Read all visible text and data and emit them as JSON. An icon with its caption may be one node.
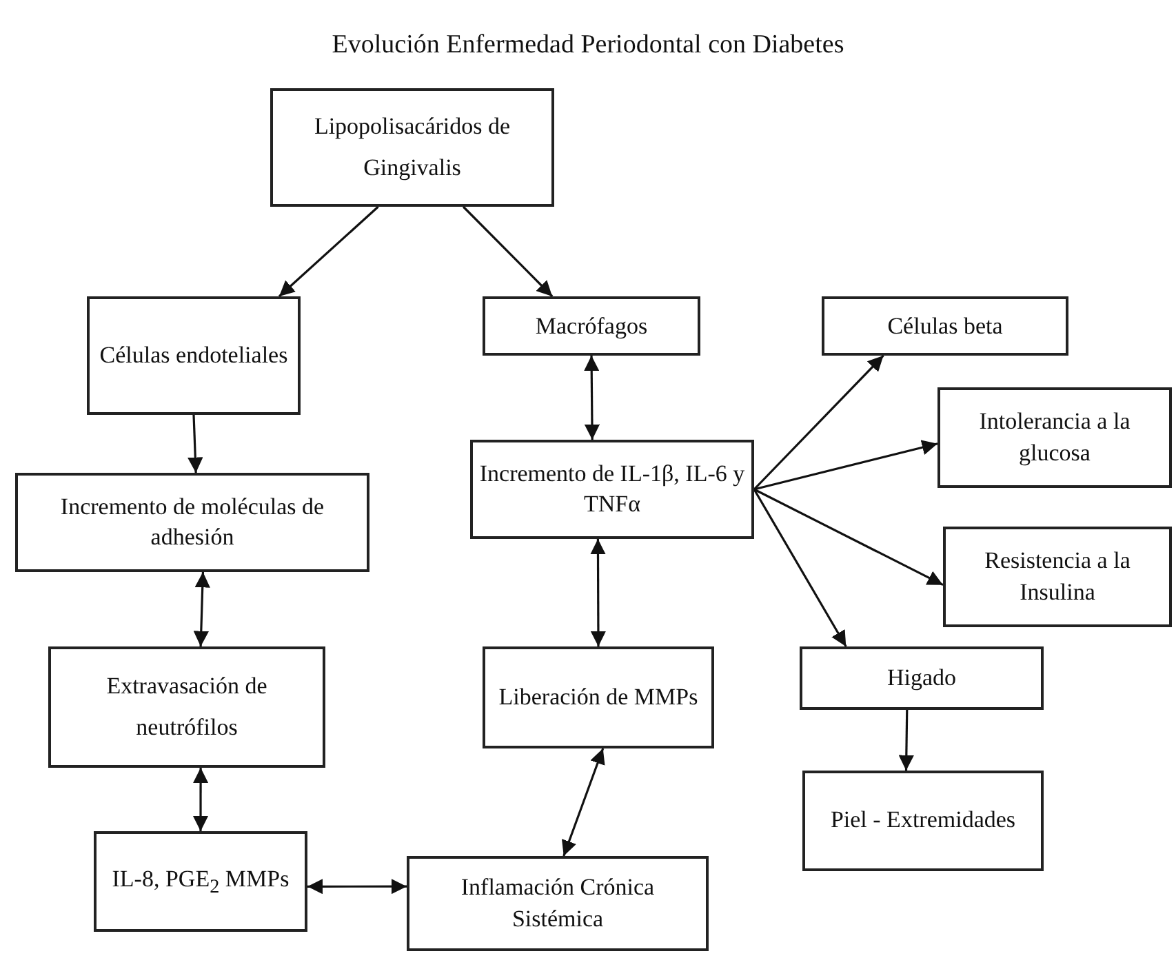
{
  "diagram": {
    "title": "Evolución Enfermedad Periodontal con Diabetes",
    "nodes": [
      {
        "text": [
          "Lipopolisacáridos de Gingivalis"
        ]
      },
      {
        "text": [
          "Células endoteliales"
        ]
      },
      {
        "text": [
          "Macrófagos"
        ]
      },
      {
        "text": [
          "Células beta"
        ]
      },
      {
        "text": [
          "Incremento de IL-1β, IL-6 y TNFα"
        ]
      },
      {
        "text": [
          "Intolerancia a la glucosa"
        ]
      },
      {
        "text": [
          "Incremento de moléculas de adhesión"
        ]
      },
      {
        "text": [
          "Resistencia a la Insulina"
        ]
      },
      {
        "text": [
          "Extravasación de neutrófilos"
        ]
      },
      {
        "text": [
          "Liberación de MMPs"
        ]
      },
      {
        "text": [
          "Higado"
        ]
      },
      {
        "text": [
          "IL-8, PGE$_{2}$ MMPs"
        ]
      },
      {
        "text": [
          "Inflamación Crónica Sistémica"
        ]
      },
      {
        "text": [
          "Piel - Extremidades"
        ]
      }
    ],
    "edges": [
      {
        "from": 0,
        "to": 1,
        "arrow": "to"
      },
      {
        "from": 0,
        "to": 2,
        "arrow": "to"
      },
      {
        "from": 1,
        "to": 6,
        "arrow": "to"
      },
      {
        "from": 2,
        "to": 4,
        "arrow": "both"
      },
      {
        "from": 6,
        "to": 8,
        "arrow": "both"
      },
      {
        "from": 8,
        "to": 11,
        "arrow": "both"
      },
      {
        "from": 11,
        "to": 12,
        "arrow": "both"
      },
      {
        "from": 4,
        "to": 9,
        "arrow": "both"
      },
      {
        "from": 9,
        "to": 12,
        "arrow": "both"
      },
      {
        "from": 4,
        "to": 3,
        "arrow": "to"
      },
      {
        "from": 4,
        "to": 5,
        "arrow": "to"
      },
      {
        "from": 4,
        "to": 7,
        "arrow": "to"
      },
      {
        "from": 4,
        "to": 10,
        "arrow": "to"
      },
      {
        "from": 10,
        "to": 13,
        "arrow": "to"
      }
    ]
  }
}
